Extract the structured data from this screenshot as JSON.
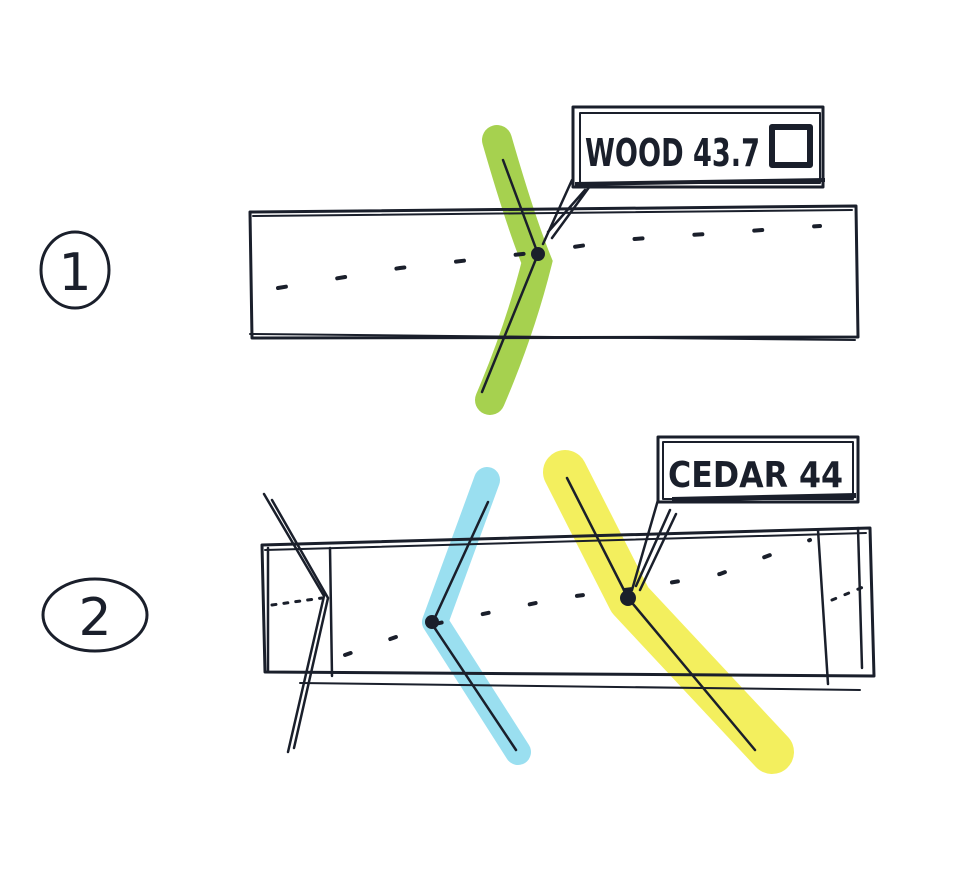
{
  "steps": [
    {
      "number": "1",
      "tag_text": "WOOD 43.7",
      "highlight_color": "#9ccc3c"
    },
    {
      "number": "2",
      "tag_text": "CEDAR 44",
      "highlight_colors": [
        "#8fdcee",
        "#f2ee55"
      ]
    }
  ],
  "colors": {
    "ink": "#1a1f2b",
    "paper": "#ffffff"
  }
}
